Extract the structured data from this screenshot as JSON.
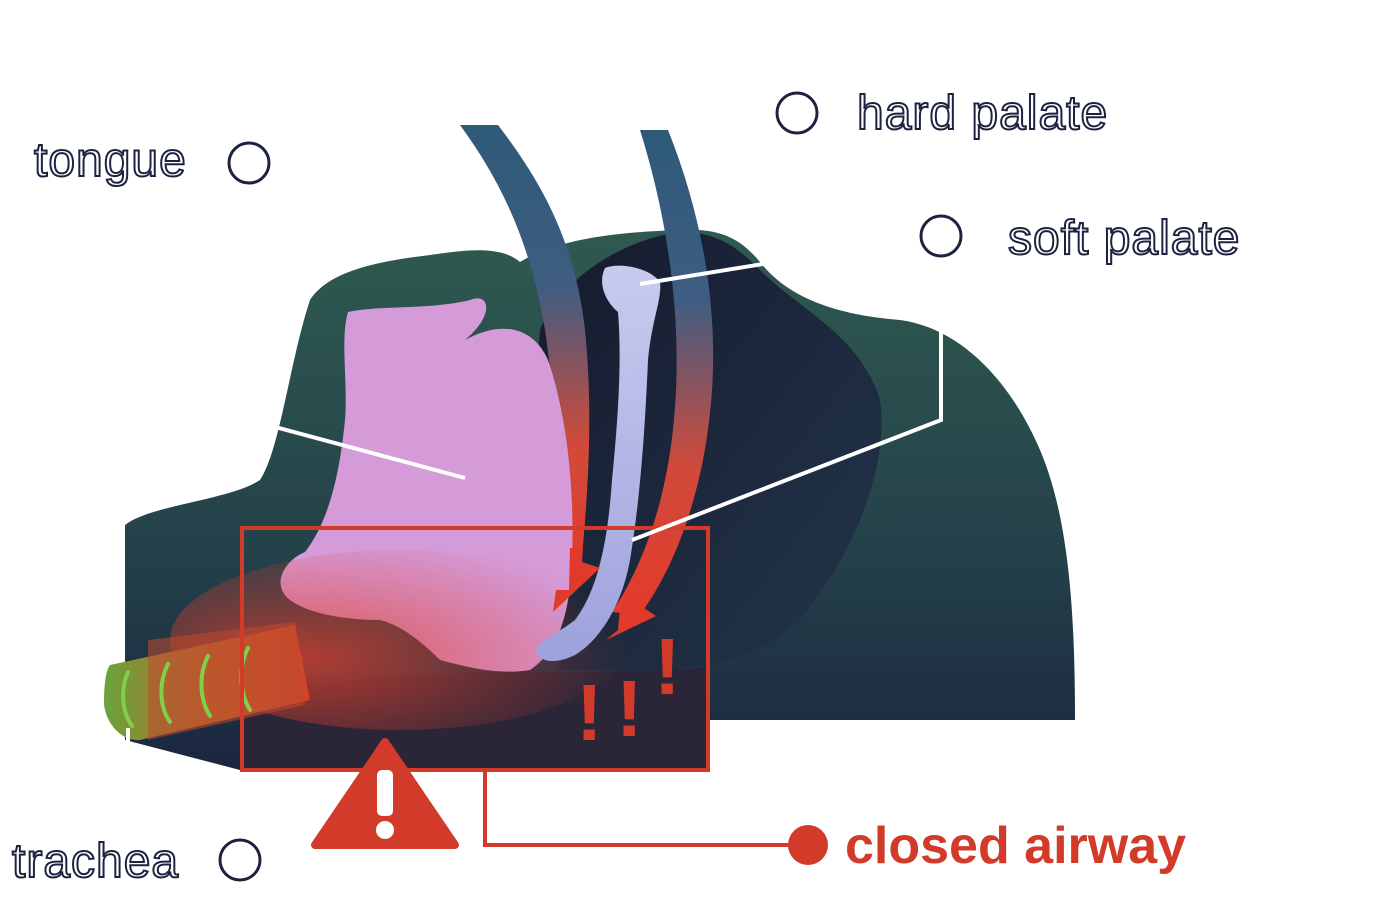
{
  "labels": {
    "tongue": "tongue",
    "hard_palate": "hard palate",
    "soft_palate": "soft palate",
    "trachea": "trachea",
    "closed_airway": "closed airway"
  },
  "marks": {
    "exclaim": "!",
    "exclaims": "!!!"
  },
  "colors": {
    "head_dark": "#1e2840",
    "head_green": "#2e5a4e",
    "tongue": "#d59ad8",
    "palate_bone": "#b9bde6",
    "alert_red": "#d23a2a",
    "trachea_green": "#6aa33a",
    "label_outline": "#1c2340"
  }
}
